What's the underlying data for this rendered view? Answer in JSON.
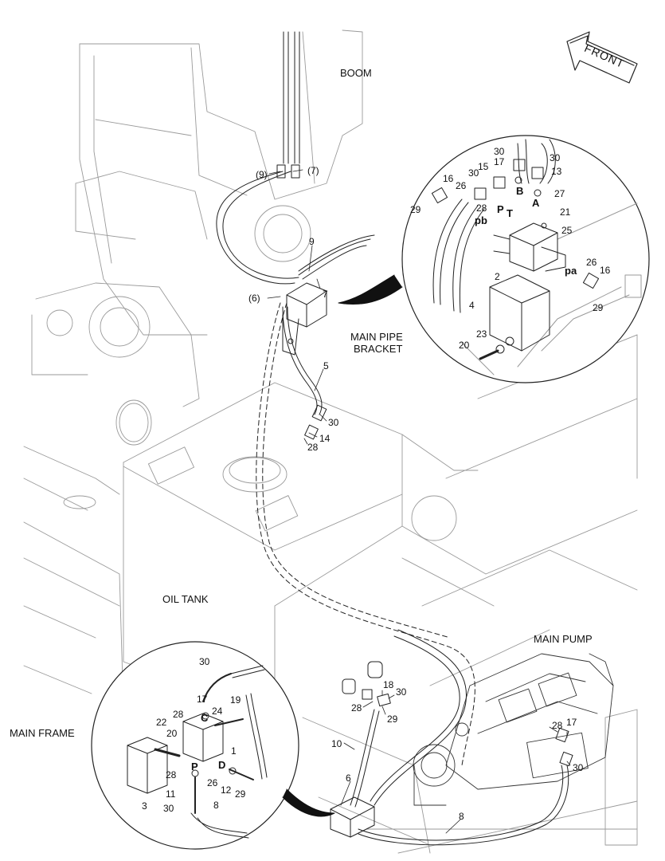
{
  "labels": {
    "boom": "BOOM",
    "front": "FRONT",
    "main_pipe_bracket_1": "MAIN PIPE",
    "main_pipe_bracket_2": "BRACKET",
    "oil_tank": "OIL TANK",
    "main_pump": "MAIN PUMP",
    "main_frame": "MAIN FRAME"
  },
  "ports": {
    "p_top": "P",
    "t_top": "T",
    "b_top": "B",
    "a_top": "A",
    "pa": "pa",
    "pb": "pb",
    "c_bottom": "C",
    "p_bottom": "P",
    "d_bottom": "D"
  },
  "callouts": {
    "top_detail": [
      "30",
      "30",
      "17",
      "15",
      "30",
      "13",
      "16",
      "26",
      "B",
      "27",
      "29",
      "28",
      "21",
      "25",
      "2",
      "26",
      "16",
      "4",
      "29",
      "23",
      "20"
    ],
    "c9": "(9)",
    "c7a": "(7)",
    "c9b": "9",
    "c7b": "7",
    "c6": "(6)",
    "c5": "5",
    "c30a": "30",
    "c14": "14",
    "c28a": "28",
    "c18": "18",
    "c30b": "30",
    "c28b": "28",
    "c29b": "29",
    "c10": "10",
    "c6b": "6",
    "c8a": "8",
    "c28c": "28",
    "c17c": "17",
    "c30c": "30",
    "bd": {
      "b30": "30",
      "b17": "17",
      "b28": "28",
      "b24": "24",
      "b19": "19",
      "b22": "22",
      "b20": "20",
      "b1": "1",
      "b28b": "28",
      "b26": "26",
      "b12": "12",
      "b29": "29",
      "b11": "11",
      "b3": "3",
      "b30b": "30",
      "b8": "8"
    }
  }
}
